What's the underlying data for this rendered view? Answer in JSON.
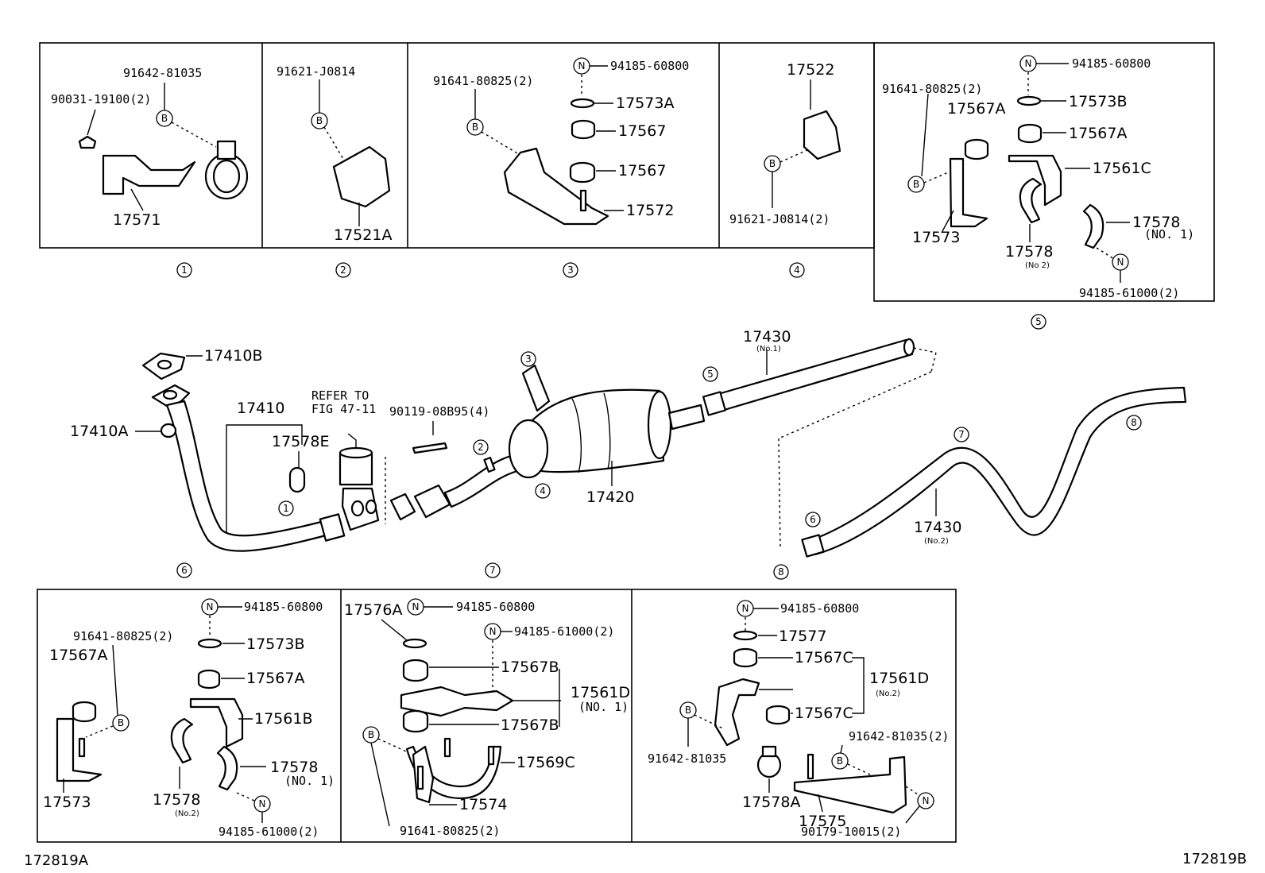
{
  "diagram_id_left": "172819A",
  "diagram_id_right": "172819B",
  "refer_line1": "REFER TO",
  "refer_line2": "FIG 47-11",
  "panels": {
    "p1": {
      "index": "1",
      "labels": {
        "a": "91642-81035",
        "b": "90031-19100(2)",
        "c": "17571",
        "mark_b": "B"
      }
    },
    "p2": {
      "index": "2",
      "labels": {
        "a": "91621-J0814",
        "b": "17521A",
        "mark_b": "B"
      }
    },
    "p3": {
      "index": "3",
      "labels": {
        "a": "94185-60800",
        "b": "91641-80825(2)",
        "c": "17573A",
        "d": "17567",
        "e": "17567",
        "f": "17572",
        "mark_n": "N",
        "mark_b": "B"
      }
    },
    "p4": {
      "index": "4",
      "labels": {
        "a": "17522",
        "b": "91621-J0814(2)",
        "mark_b": "B"
      }
    },
    "p5": {
      "index": "5",
      "labels": {
        "a": "94185-60800",
        "b": "91641-80825(2)",
        "c": "17573B",
        "d": "17567A",
        "e": "17567A",
        "f": "17561C",
        "g": "17578",
        "g2": "(NO. 1)",
        "h": "17573",
        "i": "17578",
        "i2": "(No 2)",
        "j": "94185-61000(2)",
        "mark_n": "N",
        "mark_b": "B"
      }
    },
    "p6": {
      "index": "6",
      "labels": {
        "a": "94185-60800",
        "b": "91641-80825(2)",
        "c": "17573B",
        "d": "17567A",
        "e": "17567A",
        "f": "17561B",
        "g": "17578",
        "g2": "(NO. 1)",
        "h": "17573",
        "i": "17578",
        "i2": "(No.2)",
        "j": "94185-61000(2)",
        "mark_n": "N",
        "mark_b": "B"
      }
    },
    "p7": {
      "index": "7",
      "labels": {
        "a": "17576A",
        "b": "94185-60800",
        "c": "94185-61000(2)",
        "d": "17567B",
        "e": "17561D",
        "e2": "(NO. 1)",
        "f": "17567B",
        "g": "17569C",
        "h": "17574",
        "i": "91641-80825(2)",
        "mark_n": "N",
        "mark_b": "B"
      }
    },
    "p8": {
      "index": "8",
      "labels": {
        "a": "94185-60800",
        "b": "17577",
        "c": "17567C",
        "d": "17561D",
        "d2": "(No.2)",
        "e": "17567C",
        "f": "91642-81035(2)",
        "g": "91642-81035",
        "h": "17578A",
        "i": "17575",
        "j": "90179-10015(2)",
        "mark_n": "N",
        "mark_b": "B"
      }
    }
  },
  "main": {
    "l17410B": "17410B",
    "l17410A": "17410A",
    "l17410": "17410",
    "l17578E": "17578E",
    "l90119": "90119-08B95(4)",
    "l17420": "17420",
    "l17430a": "17430",
    "l17430a2": "(No.1)",
    "l17430b": "17430",
    "l17430b2": "(No.2)",
    "c1": "1",
    "c2": "2",
    "c3": "3",
    "c4": "4",
    "c5": "5",
    "c6": "6",
    "c7": "7",
    "c8": "8",
    "b6": "6",
    "b7": "7",
    "b8": "8"
  }
}
